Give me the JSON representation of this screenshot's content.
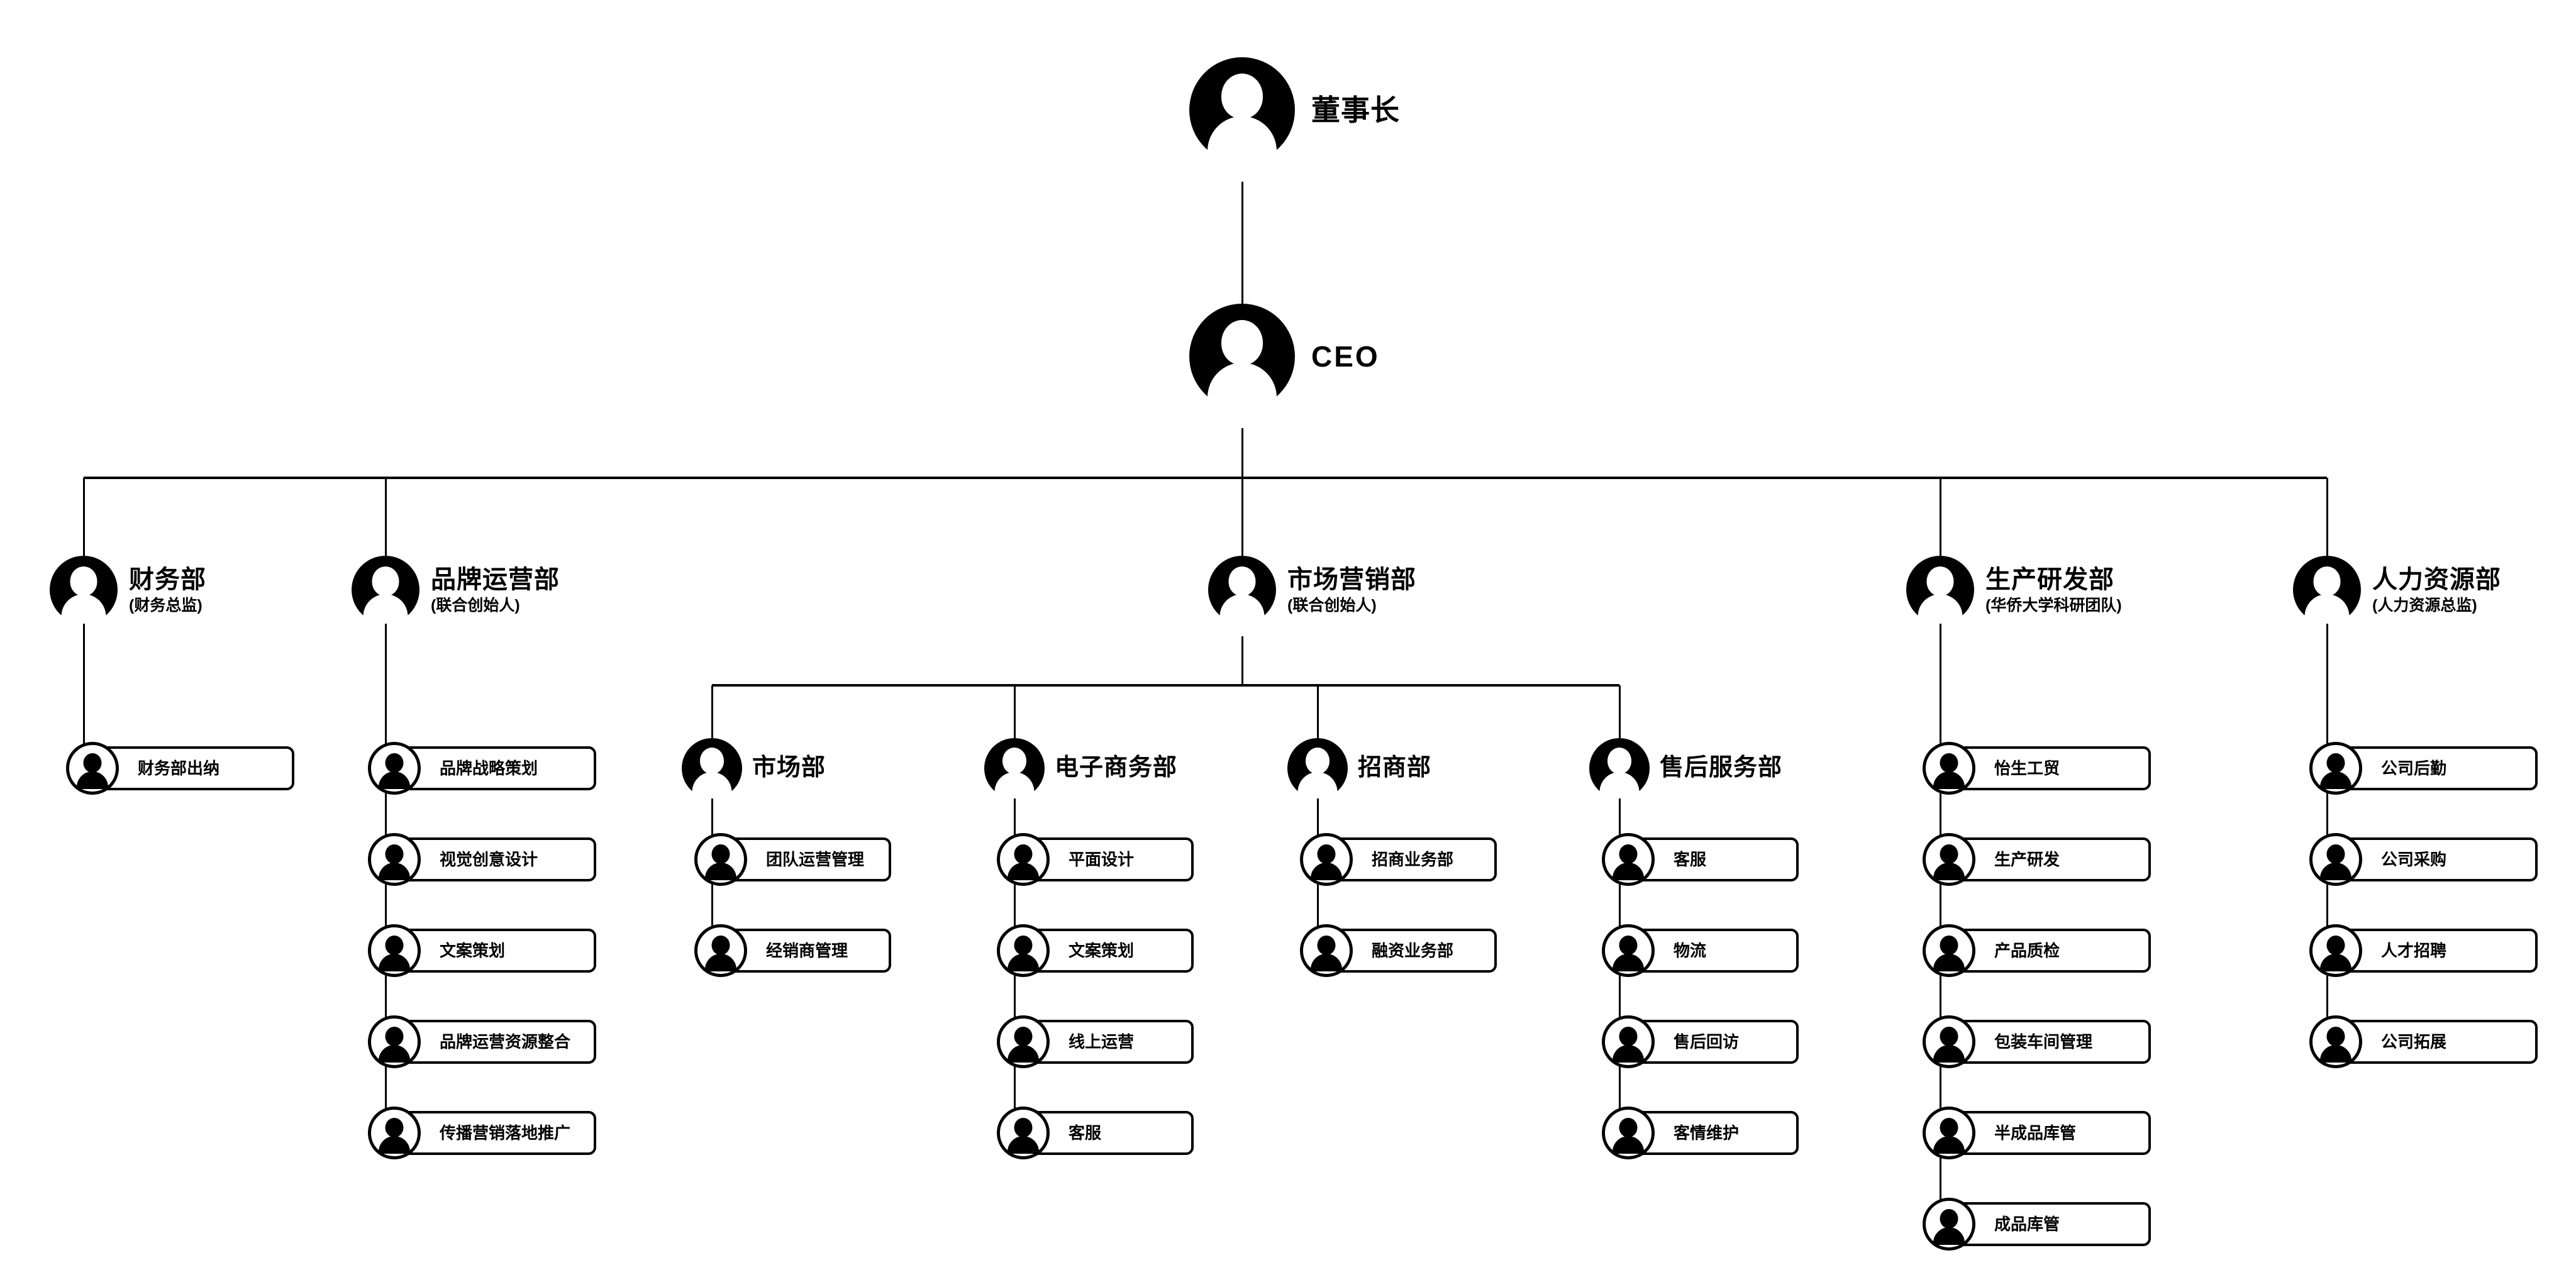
{
  "diagram": {
    "type": "organization-chart",
    "title_text": "",
    "colors": {
      "line": "#000000",
      "node_fill": "#000000",
      "box_fill": "#ffffff",
      "text": "#000000"
    },
    "icons": {
      "executive_avatar": "person-avatar-filled-icon",
      "leaf_avatar": "person-avatar-outline-icon"
    }
  },
  "executives": [
    {
      "id": "chairman",
      "title": "董事长",
      "subtitle": "",
      "latin": false
    },
    {
      "id": "ceo",
      "title": "CEO",
      "subtitle": "",
      "latin": true
    }
  ],
  "departments": [
    {
      "id": "finance",
      "title": "财务部",
      "subtitle": "(财务总监)",
      "children": [
        "财务部出纳"
      ]
    },
    {
      "id": "brand-operations",
      "title": "品牌运营部",
      "subtitle": "(联合创始人)",
      "children": [
        "品牌战略策划",
        "视觉创意设计",
        "文案策划",
        "品牌运营资源整合",
        "传播营销落地推广"
      ]
    },
    {
      "id": "marketing",
      "title": "市场营销部",
      "subtitle": "(联合创始人)",
      "children": []
    },
    {
      "id": "production-rd",
      "title": "生产研发部",
      "subtitle": "(华侨大学科研团队)",
      "children": [
        "怡生工贸",
        "生产研发",
        "产品质检",
        "包装车间管理",
        "半成品库管",
        "成品库管"
      ]
    },
    {
      "id": "human-resources",
      "title": "人力资源部",
      "subtitle": "(人力资源总监)",
      "children": [
        "公司后勤",
        "公司采购",
        "人才招聘",
        "公司拓展"
      ]
    }
  ],
  "sub_departments": [
    {
      "id": "market",
      "title": "市场部",
      "parent": "marketing",
      "children": [
        "团队运营管理",
        "经销商管理"
      ]
    },
    {
      "id": "ecommerce",
      "title": "电子商务部",
      "parent": "marketing",
      "children": [
        "平面设计",
        "文案策划",
        "线上运营",
        "客服"
      ]
    },
    {
      "id": "investment",
      "title": "招商部",
      "parent": "marketing",
      "children": [
        "招商业务部",
        "融资业务部"
      ]
    },
    {
      "id": "after-sales",
      "title": "售后服务部",
      "parent": "marketing",
      "children": [
        "客服",
        "物流",
        "售后回访",
        "客情维护"
      ]
    }
  ]
}
